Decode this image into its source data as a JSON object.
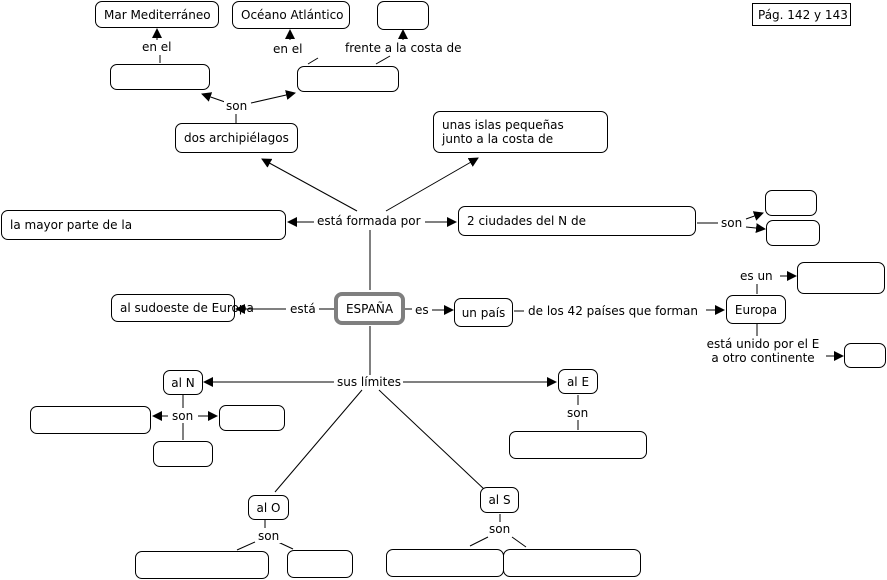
{
  "page_reference": "Pág. 142 y 143",
  "concepts": {
    "espana": "ESPAÑA",
    "mar_mediterraneo": "Mar Mediterráneo",
    "oceano_atlantico": "Océano Atlántico",
    "frente_costa_target": "",
    "archipielago_1": "",
    "archipielago_2": "",
    "dos_archipielagos": "dos archipiélagos",
    "islas_pequenas": "unas islas pequeñas junto a la costa de",
    "mayor_parte": "la mayor parte de la",
    "ciudades_norte": "2 ciudades del N de",
    "ciudad_1": "",
    "ciudad_2": "",
    "sudoeste_europa": "al sudoeste de Europa",
    "un_pais": "un país",
    "europa": "Europa",
    "europa_es_un": "",
    "otro_continente": "",
    "al_n": "al N",
    "al_n_1": "",
    "al_n_2": "",
    "al_n_3": "",
    "al_e": "al E",
    "al_e_1": "",
    "al_o": "al O",
    "al_o_1": "",
    "al_o_2": "",
    "al_s": "al S",
    "al_s_1": "",
    "al_s_2": ""
  },
  "links": {
    "en_el_1": "en el",
    "en_el_2": "en el",
    "frente_costa": "frente a la costa de",
    "son_archipielagos": "son",
    "esta_formada_por": "está formada por",
    "son_ciudades": "son",
    "esta": "está",
    "es": "es",
    "de_los_42": "de los 42 países que forman",
    "es_un": "es un",
    "esta_unido": "está unido por el E a otro continente",
    "sus_limites": "sus límites",
    "son_n": "son",
    "son_e": "son",
    "son_o": "son",
    "son_s": "son"
  }
}
